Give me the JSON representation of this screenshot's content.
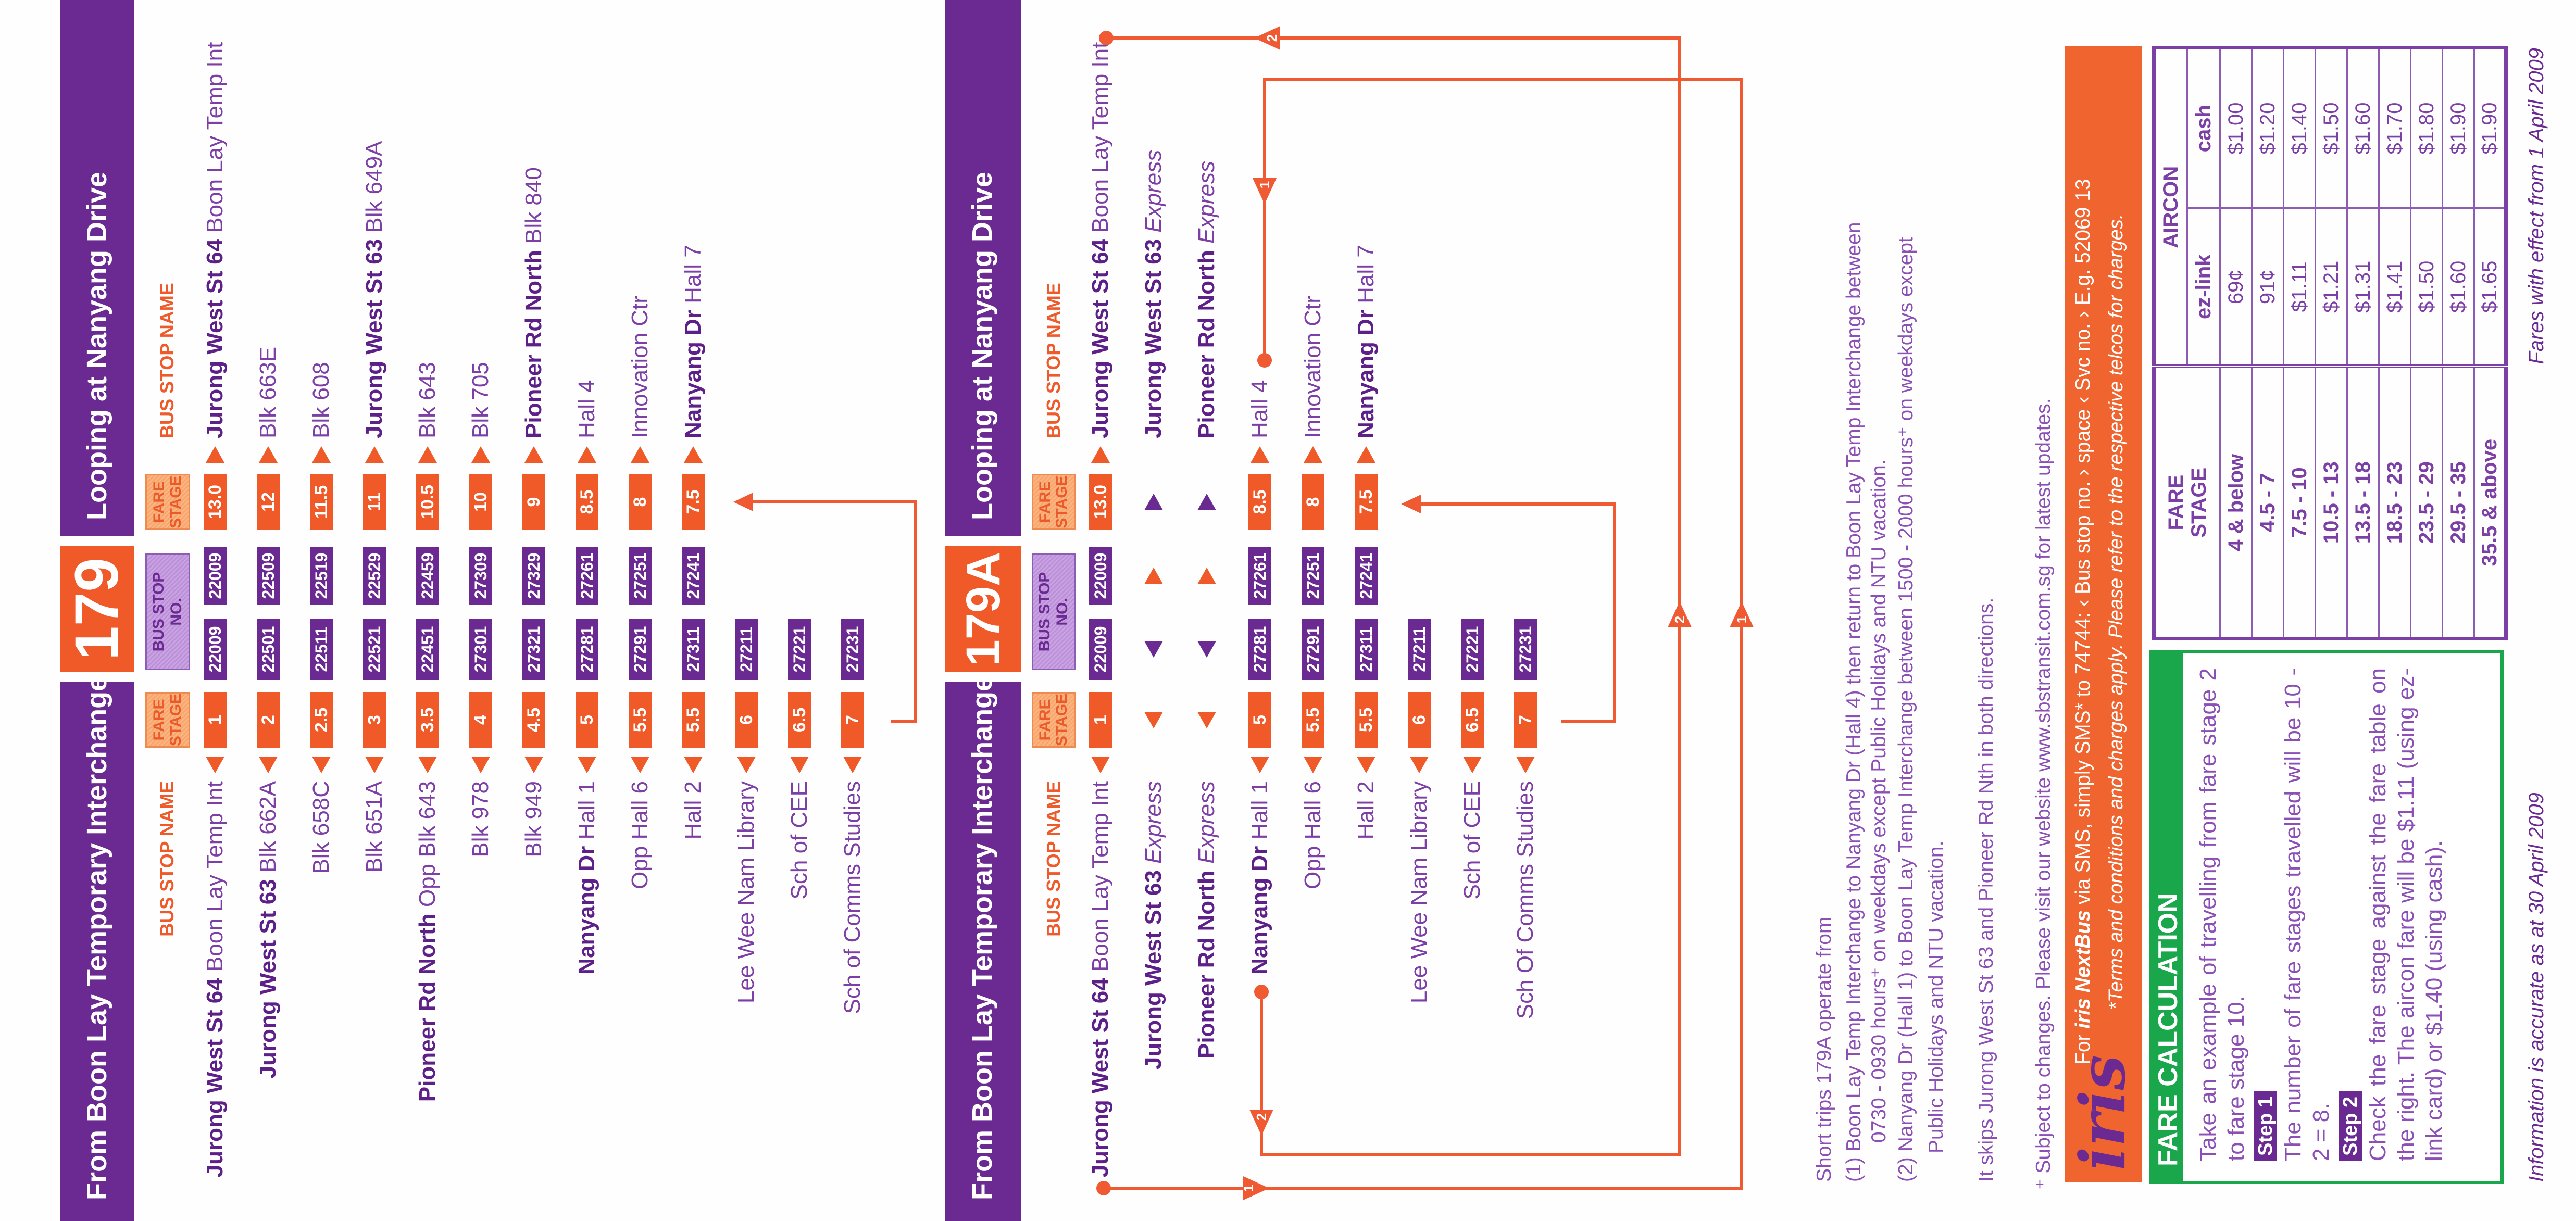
{
  "colors": {
    "purple": "#6b2a92",
    "orange": "#ef5a28",
    "green": "#1aa64b",
    "text_purple": "#7d3fa6"
  },
  "headers": {
    "bus_stop_name": "BUS STOP NAME",
    "fare_stage": "FARE\nSTAGE",
    "bus_stop_no": "BUS STOP\nNO."
  },
  "route_179": {
    "number": "179",
    "outbound_title": "From Boon Lay Temporary Interchange",
    "loop_title": "Looping at Nanyang Drive",
    "outbound": [
      {
        "bold": "Jurong West St 64",
        "name": "Boon Lay Temp Int",
        "fare": "1",
        "stop_no": "22009"
      },
      {
        "bold": "Jurong West St 63",
        "name": "Blk 662A",
        "fare": "2",
        "stop_no": "22501"
      },
      {
        "name": "Blk 658C",
        "fare": "2.5",
        "stop_no": "22511"
      },
      {
        "name": "Blk 651A",
        "fare": "3",
        "stop_no": "22521"
      },
      {
        "bold": "Pioneer Rd North",
        "name": "Opp Blk 643",
        "fare": "3.5",
        "stop_no": "22451"
      },
      {
        "name": "Blk 978",
        "fare": "4",
        "stop_no": "27301"
      },
      {
        "name": "Blk 949",
        "fare": "4.5",
        "stop_no": "27321"
      },
      {
        "bold": "Nanyang Dr",
        "name": "Hall 1",
        "fare": "5",
        "stop_no": "27281"
      },
      {
        "name": "Opp Hall 6",
        "fare": "5.5",
        "stop_no": "27291"
      },
      {
        "name": "Hall 2",
        "fare": "5.5",
        "stop_no": "27311"
      },
      {
        "name": "Lee Wee Nam Library",
        "fare": "6",
        "stop_no": "27211"
      },
      {
        "name": "Sch of CEE",
        "fare": "6.5",
        "stop_no": "27221"
      },
      {
        "name": "Sch of Comms Studies",
        "fare": "7",
        "stop_no": "27231"
      }
    ],
    "loop": [
      {
        "bold": "Jurong West St 64",
        "name": "Boon Lay Temp Int",
        "fare": "13.0",
        "stop_no": "22009"
      },
      {
        "name": "Blk 663E",
        "fare": "12",
        "stop_no": "22509"
      },
      {
        "name": "Blk 608",
        "fare": "11.5",
        "stop_no": "22519"
      },
      {
        "bold": "Jurong West St 63",
        "name": "Blk 649A",
        "fare": "11",
        "stop_no": "22529"
      },
      {
        "name": "Blk 643",
        "fare": "10.5",
        "stop_no": "22459"
      },
      {
        "name": "Blk 705",
        "fare": "10",
        "stop_no": "27309"
      },
      {
        "bold": "Pioneer Rd North",
        "name": "Blk 840",
        "fare": "9",
        "stop_no": "27329"
      },
      {
        "name": "Hall 4",
        "fare": "8.5",
        "stop_no": "27261"
      },
      {
        "name": "Innovation Ctr",
        "fare": "8",
        "stop_no": "27251"
      },
      {
        "bold": "Nanyang Dr",
        "name": "Hall 7",
        "fare": "7.5",
        "stop_no": "27241"
      }
    ]
  },
  "route_179A": {
    "number": "179A",
    "outbound_title": "From Boon Lay Temporary Interchange",
    "loop_title": "Looping at Nanyang Drive",
    "short_trip_markers": [
      "1",
      "2"
    ],
    "outbound": [
      {
        "bold": "Jurong West St 64",
        "name": "Boon Lay Temp Int",
        "fare": "1",
        "stop_no": "22009"
      },
      {
        "bold": "Jurong West St 63",
        "italic": "Express",
        "express": true
      },
      {
        "bold": "Pioneer Rd North",
        "italic": "Express",
        "express": true
      },
      {
        "bold": "Nanyang Dr",
        "name": "Hall 1",
        "fare": "5",
        "stop_no": "27281"
      },
      {
        "name": "Opp Hall 6",
        "fare": "5.5",
        "stop_no": "27291"
      },
      {
        "name": "Hall 2",
        "fare": "5.5",
        "stop_no": "27311"
      },
      {
        "name": "Lee Wee Nam Library",
        "fare": "6",
        "stop_no": "27211"
      },
      {
        "name": "Sch of CEE",
        "fare": "6.5",
        "stop_no": "27221"
      },
      {
        "name": "Sch Of Comms Studies",
        "fare": "7",
        "stop_no": "27231"
      }
    ],
    "loop": [
      {
        "bold": "Jurong West St 64",
        "name": "Boon Lay Temp Int",
        "fare": "13.0",
        "stop_no": "22009"
      },
      {
        "bold": "Jurong West St 63",
        "italic": "Express",
        "express": true
      },
      {
        "bold": "Pioneer Rd North",
        "italic": "Express",
        "express": true
      },
      {
        "name": "Hall 4",
        "fare": "8.5",
        "stop_no": "27261"
      },
      {
        "name": "Innovation Ctr",
        "fare": "8",
        "stop_no": "27251"
      },
      {
        "bold": "Nanyang Dr",
        "name": "Hall 7",
        "fare": "7.5",
        "stop_no": "27241"
      }
    ]
  },
  "notes": {
    "short_trips": "Short trips 179A operate from",
    "trip1_a": "(1) Boon Lay Temp Interchange to Nanyang Dr (Hall 4) then return to Boon Lay Temp Interchange between",
    "trip1_b": "0730 - 0930 hours⁺ on weekdays except Public Holidays and NTU vacation.",
    "trip2_a": "(2) Nanyang Dr (Hall 1) to Boon Lay Temp Interchange between 1500 - 2000 hours⁺ on weekdays except",
    "trip2_b": "Public Holidays and NTU vacation.",
    "skips": "It skips Jurong West St 63 and Pioneer Rd Nth in both directions.",
    "subject": "⁺ Subject to changes. Please visit our website www.sbstransit.com.sg for latest updates."
  },
  "iris": {
    "logo": "iris",
    "lead": "For",
    "brand": "iris NextBus",
    "rest": "via SMS, simply SMS* to 74744: ‹ Bus stop no. › space ‹ Svc no. › E.g. 52069 13",
    "terms": "*Terms and conditions and charges apply. Please refer to the respective telcos for charges."
  },
  "fare_calculation": {
    "title": "FARE CALCULATION",
    "intro": "Take an example of travelling from fare stage 2 to fare stage 10.",
    "step1_label": "Step 1",
    "step1": "The number of fare stages travelled will be 10 - 2 = 8.",
    "step2_label": "Step 2",
    "step2": "Check the fare stage against the fare table on the right. The aircon fare will be $1.11 (using ez-link card) or $1.40 (using cash)."
  },
  "fare_table": {
    "header_fare_stage": "FARE\nSTAGE",
    "header_aircon": "AIRCON",
    "header_ezlink": "ez-link",
    "header_cash": "cash",
    "rows": [
      {
        "stage": "4 & below",
        "ezlink": "69¢",
        "cash": "$1.00"
      },
      {
        "stage": "4.5 - 7",
        "ezlink": "91¢",
        "cash": "$1.20"
      },
      {
        "stage": "7.5 - 10",
        "ezlink": "$1.11",
        "cash": "$1.40"
      },
      {
        "stage": "10.5 - 13",
        "ezlink": "$1.21",
        "cash": "$1.50"
      },
      {
        "stage": "13.5 - 18",
        "ezlink": "$1.31",
        "cash": "$1.60"
      },
      {
        "stage": "18.5 - 23",
        "ezlink": "$1.41",
        "cash": "$1.70"
      },
      {
        "stage": "23.5 - 29",
        "ezlink": "$1.50",
        "cash": "$1.80"
      },
      {
        "stage": "29.5 - 35",
        "ezlink": "$1.60",
        "cash": "$1.90"
      },
      {
        "stage": "35.5 & above",
        "ezlink": "$1.65",
        "cash": "$1.90"
      }
    ]
  },
  "footer": {
    "accuracy": "Information is accurate as at 30 April 2009",
    "effective": "Fares with effect from 1 April 2009"
  }
}
